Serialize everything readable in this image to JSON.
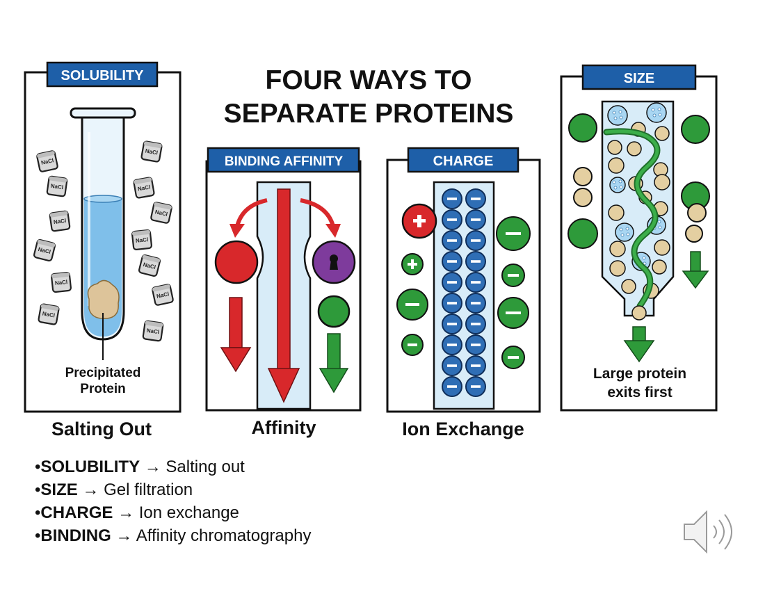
{
  "title": [
    "FOUR WAYS TO",
    "SEPARATE PROTEINS"
  ],
  "panels": {
    "solubility": {
      "header": "SOLUBILITY",
      "salt_label": "NaCl",
      "annotation": [
        "Precipitated",
        "Protein"
      ],
      "caption": "Salting Out"
    },
    "affinity": {
      "header": "BINDING AFFINITY",
      "caption": "Affinity"
    },
    "charge": {
      "header": "CHARGE",
      "caption": "Ion Exchange"
    },
    "size": {
      "header": "SIZE",
      "annotation": [
        "Large protein",
        "exits first"
      ]
    }
  },
  "bullets": [
    {
      "term": "SOLUBILITY",
      "arrow": "→",
      "desc": "Salting out"
    },
    {
      "term": "SIZE",
      "arrow": "→",
      "desc": "Gel filtration"
    },
    {
      "term": "CHARGE",
      "arrow": "→",
      "desc": "Ion exchange"
    },
    {
      "term": "BINDING",
      "arrow": "→",
      "desc": "Affinity chromatography"
    }
  ],
  "colors": {
    "header_blue": "#1e5fa8",
    "bead_blue": "#2f6eb5",
    "red": "#d8282b",
    "green": "#2e9a3a",
    "purple": "#7e3b9c",
    "tan": "#e4cfa1",
    "liquid": "#7fbfea",
    "column": "#d8ecf8"
  },
  "icons": {
    "audio": "speaker-icon"
  }
}
